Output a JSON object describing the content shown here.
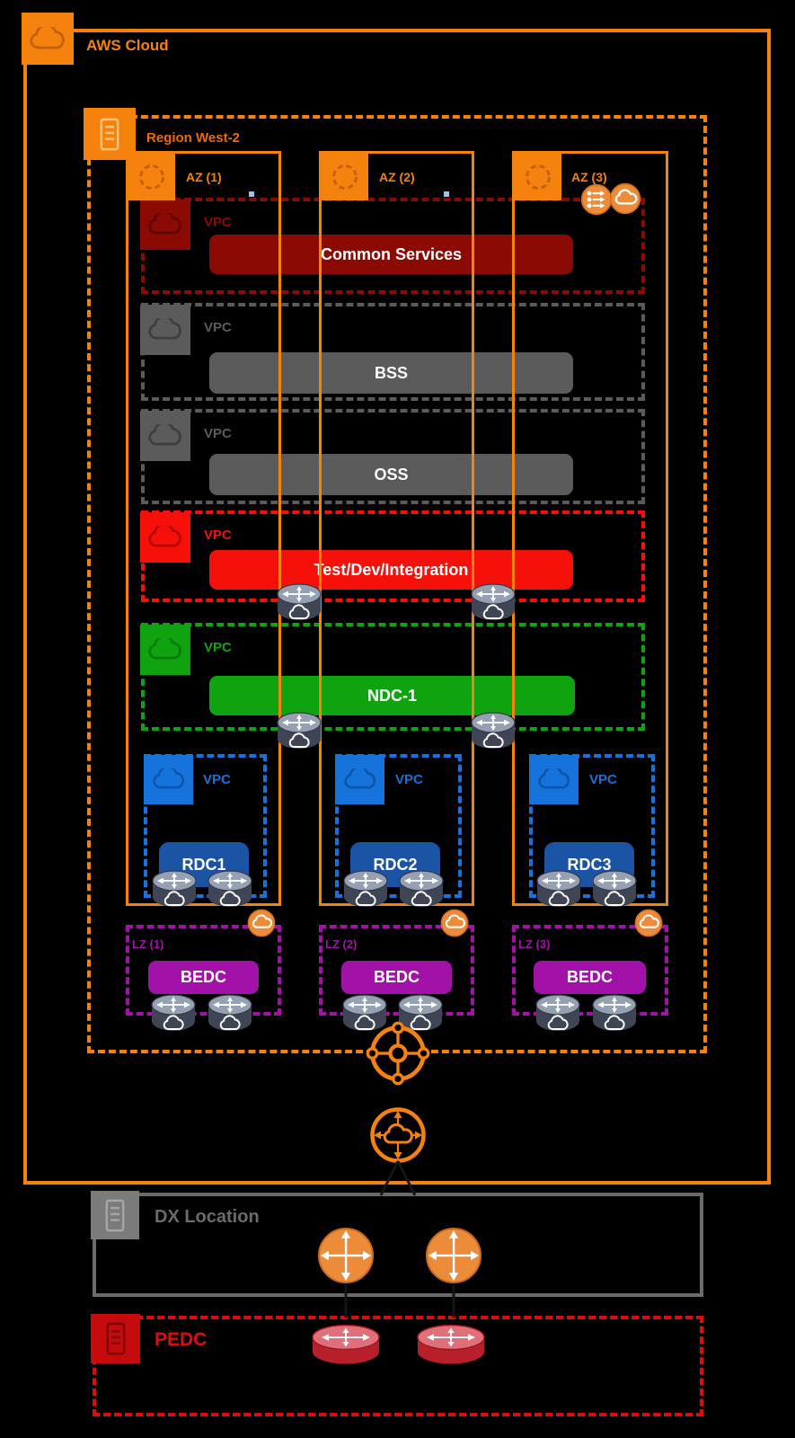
{
  "aws_cloud": {
    "label": "AWS Cloud"
  },
  "region": {
    "label": "Region West-2"
  },
  "availability_zones": [
    {
      "label": "AZ (1)"
    },
    {
      "label": "AZ (2)"
    },
    {
      "label": "AZ (3)"
    }
  ],
  "shared_vpcs": [
    {
      "name": "common-services",
      "vpc_label": "VPC",
      "service_label": "Common Services",
      "color": "#8B0B04"
    },
    {
      "name": "bss",
      "vpc_label": "VPC",
      "service_label": "BSS",
      "color": "#5B5B5B"
    },
    {
      "name": "oss",
      "vpc_label": "VPC",
      "service_label": "OSS",
      "color": "#5B5B5B"
    },
    {
      "name": "test-dev-integration",
      "vpc_label": "VPC",
      "service_label": "Test/Dev/Integration",
      "color": "#F5100A"
    },
    {
      "name": "ndc-1",
      "vpc_label": "VPC",
      "service_label": "NDC-1",
      "color": "#0FA30F"
    }
  ],
  "rdc_vpcs": [
    {
      "vpc_label": "VPC",
      "service_label": "RDC1"
    },
    {
      "vpc_label": "VPC",
      "service_label": "RDC2"
    },
    {
      "vpc_label": "VPC",
      "service_label": "RDC3"
    }
  ],
  "local_zones": [
    {
      "label": "LZ (1)",
      "service_label": "BEDC"
    },
    {
      "label": "LZ (2)",
      "service_label": "BEDC"
    },
    {
      "label": "LZ (3)",
      "service_label": "BEDC"
    }
  ],
  "dx_location": {
    "label": "DX Location"
  },
  "pedc": {
    "label": "PEDC"
  },
  "icons": [
    "aws-cloud-icon",
    "region-icon",
    "az-icon",
    "route53-resolver-icon",
    "cloud-icon",
    "vpc-icon",
    "csr-router-icon",
    "transit-gateway-icon",
    "vpn-gateway-icon",
    "dx-router-icon",
    "customer-router-icon",
    "data-center-icon"
  ],
  "colors": {
    "orange": "#F5820D",
    "dark_red": "#8B0B04",
    "gray": "#5B5B5B",
    "red": "#F5100A",
    "green": "#0FA30F",
    "blue": "#1673DB",
    "dark_blue": "#1B54A5",
    "purple": "#A312A8",
    "dx_gray": "#6B6B6B",
    "pedc_red": "#DD0D0D"
  }
}
